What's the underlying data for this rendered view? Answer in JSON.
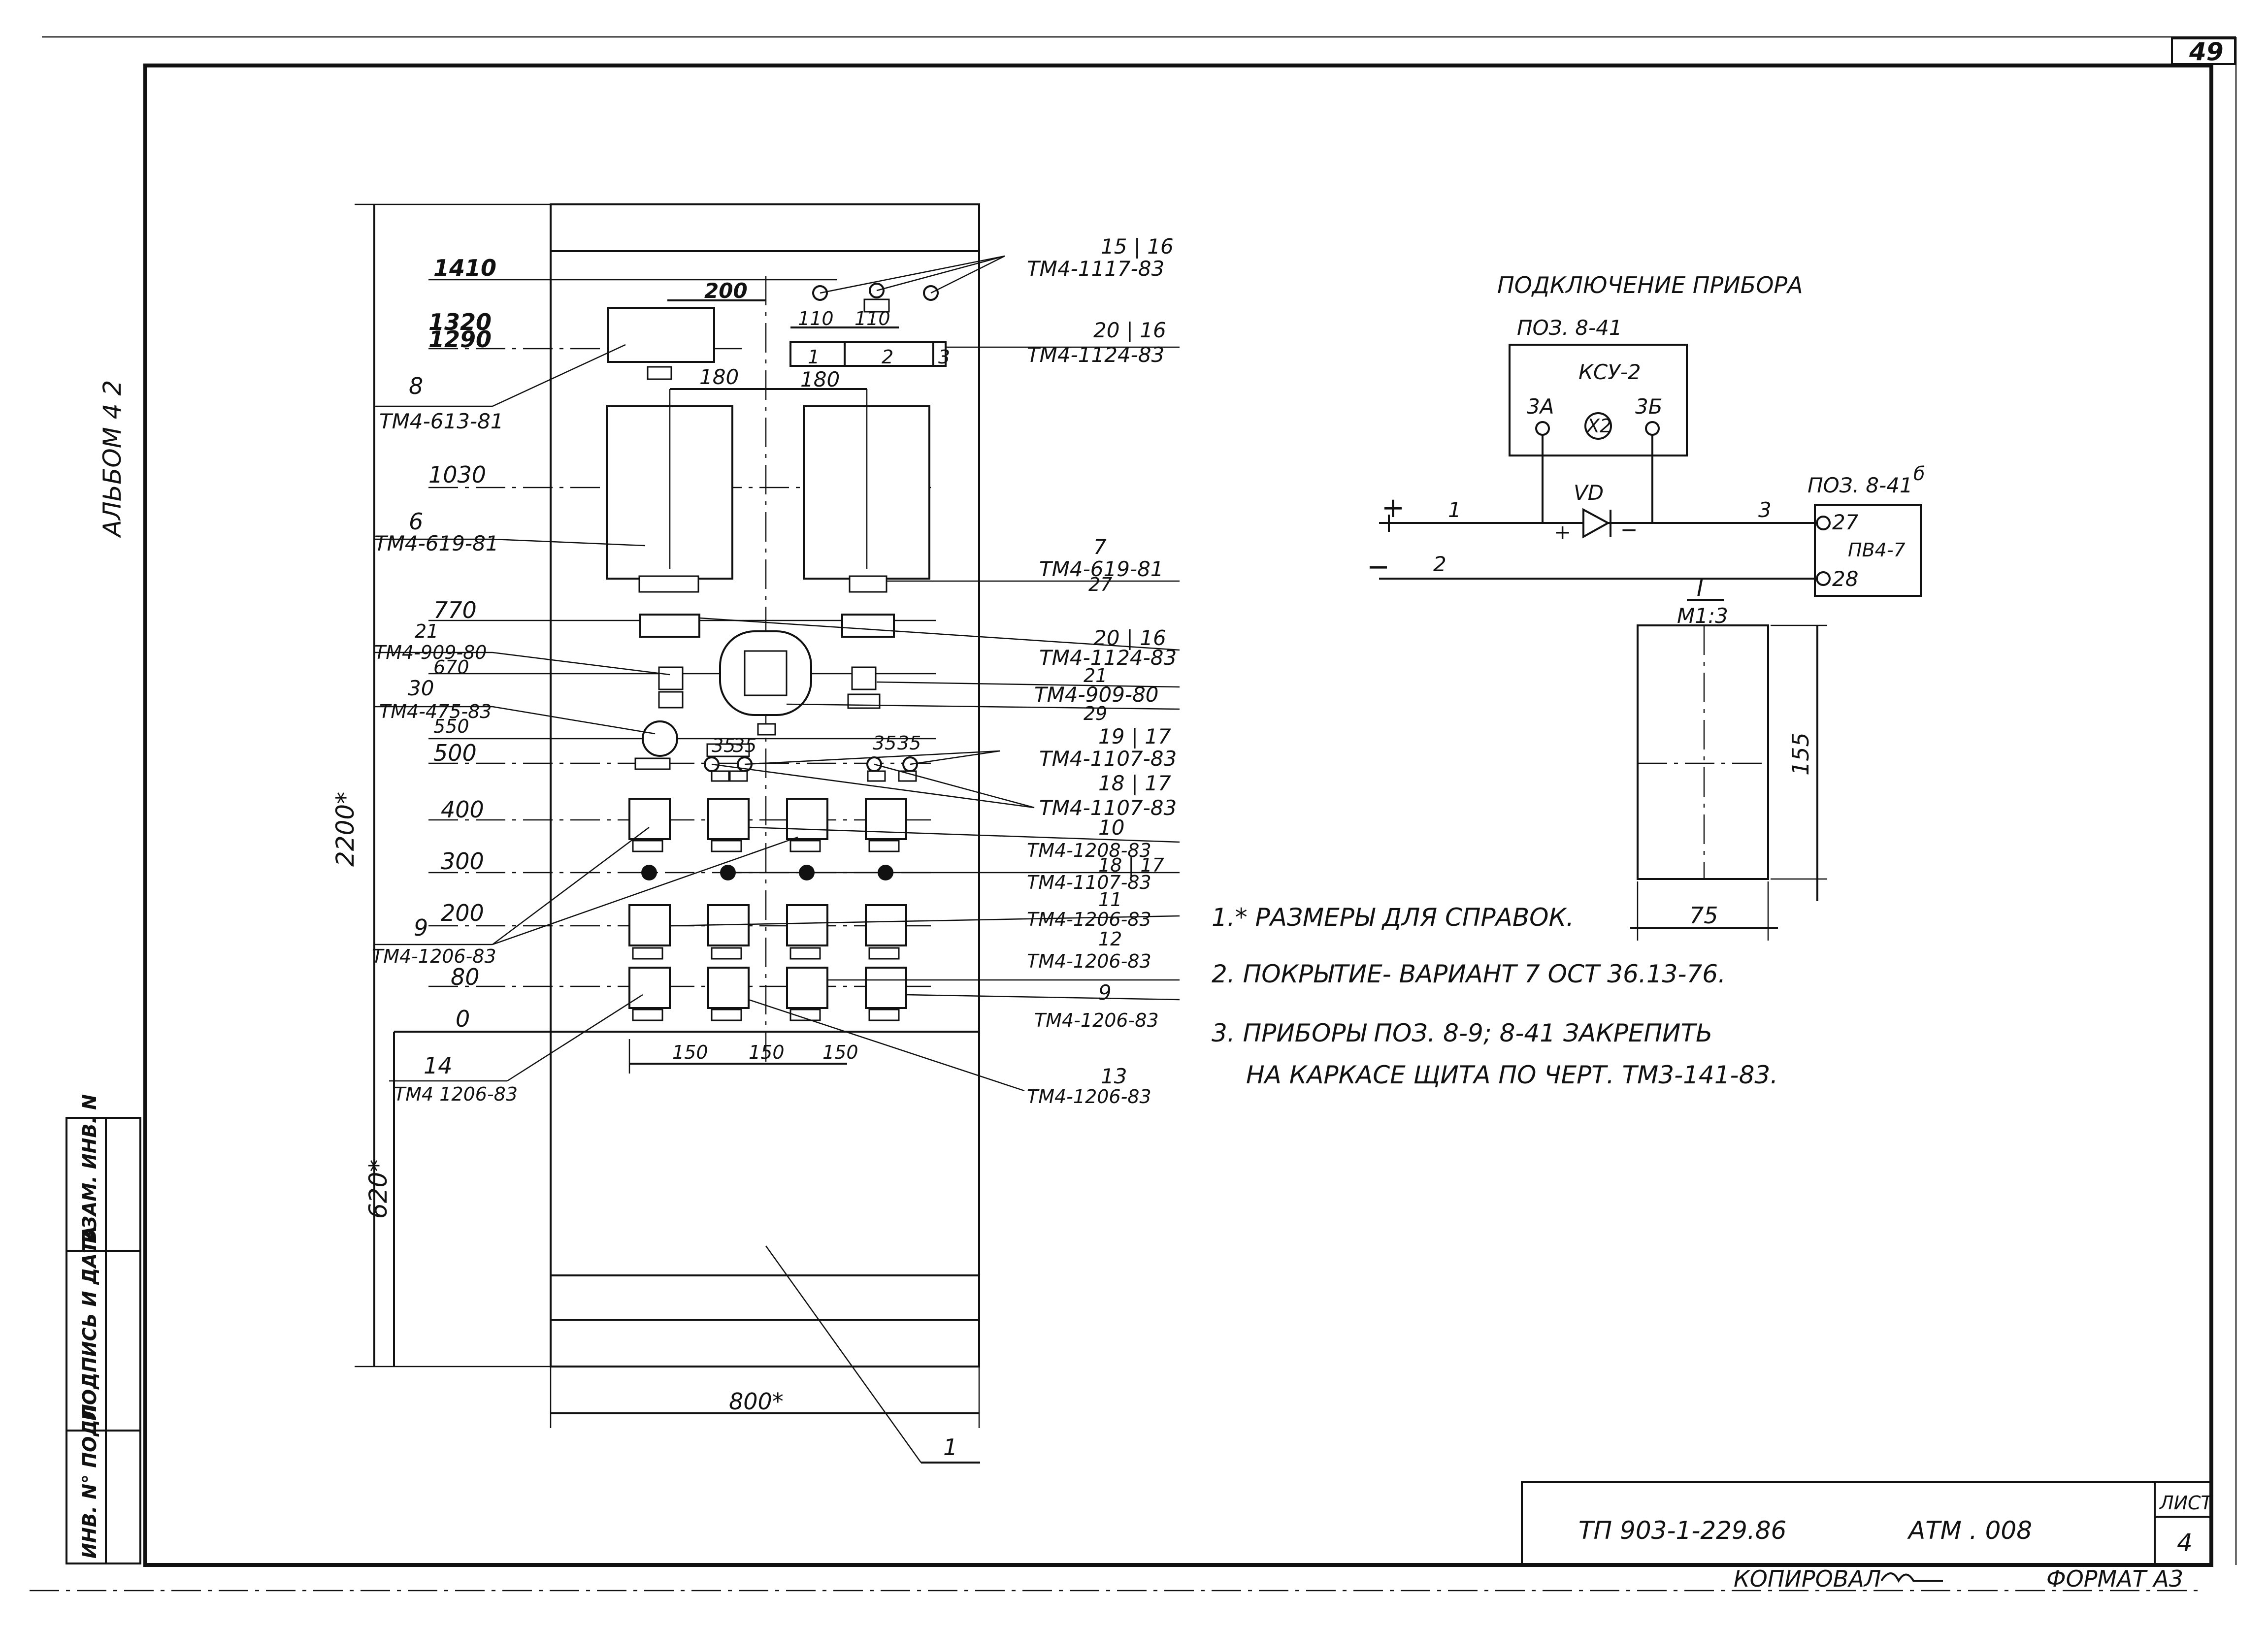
{
  "sheet_number": "49",
  "album": "АЛЬБОМ 4 2",
  "panel": {
    "height_dimension": "2200*",
    "lower_dimension": "620*",
    "width_dimension": "800*",
    "leader_1": "1",
    "levels": [
      "1410",
      "1320",
      "1290",
      "1030",
      "770",
      "670",
      "550",
      "500",
      "400",
      "300",
      "200",
      "80",
      "0"
    ],
    "dims_horizontal": [
      "200",
      "110",
      "110",
      "180",
      "180",
      "150",
      "150",
      "150"
    ],
    "mark_numbers": [
      "21",
      "30",
      "35",
      "35",
      "35",
      "35"
    ],
    "slot_labels": [
      "1",
      "2",
      "3"
    ]
  },
  "left_callouts": [
    {
      "num": "8",
      "ref": "ТМ4-613-81"
    },
    {
      "num": "6",
      "ref": "ТМ4-619-81"
    },
    {
      "num": "21",
      "ref": "ТМ4-909-80"
    },
    {
      "num": "30",
      "ref": "ТМ4-475-83"
    },
    {
      "num": "9",
      "ref": "ТМ4-1206-83"
    },
    {
      "num": "14",
      "ref": "ТМ4 1206-83"
    }
  ],
  "right_callouts": [
    {
      "num": "15 | 16",
      "ref": "ТМ4-1117-83"
    },
    {
      "num": "20 | 16",
      "ref": "ТМ4-1124-83"
    },
    {
      "num": "7",
      "ref": "ТМ4-619-81"
    },
    {
      "num": "27",
      "ref": ""
    },
    {
      "num": "20 | 16",
      "ref": "ТМ4-1124-83"
    },
    {
      "num": "21",
      "ref": "ТМ4-909-80"
    },
    {
      "num": "29",
      "ref": ""
    },
    {
      "num": "19 | 17",
      "ref": "ТМ4-1107-83"
    },
    {
      "num": "18 | 17",
      "ref": "ТМ4-1107-83"
    },
    {
      "num": "10",
      "ref": "ТМ4-1208-83"
    },
    {
      "num": "18 | 17",
      "ref": "ТМ4-1107-83"
    },
    {
      "num": "11",
      "ref": "ТМ4-1206-83"
    },
    {
      "num": "12",
      "ref": "ТМ4-1206-83"
    },
    {
      "num": "9",
      "ref": "ТМ4-1206-83"
    },
    {
      "num": "13",
      "ref": "ТМ4-1206-83"
    }
  ],
  "connection": {
    "title": "ПОДКЛЮЧЕНИЕ ПРИБОРА",
    "pos_top": "ПОЗ. 8-41",
    "device": "КСУ-2",
    "term_3a": "3А",
    "term_3b": "3Б",
    "x2": "Х2",
    "vd": "VD",
    "plus": "+",
    "minus": "−",
    "wire_1": "1",
    "wire_2": "2",
    "wire_3": "3",
    "input_plus": "+",
    "input_minus": "−",
    "pos_right": "ПОЗ. 8-41",
    "pos_right_sup": "б",
    "term_27": "27",
    "term_28": "28",
    "pv_label": "ПВ4-7"
  },
  "detail": {
    "label": "I",
    "scale": "М1:3",
    "height": "155",
    "width": "75"
  },
  "notes": [
    "1.* РАЗМЕРЫ ДЛЯ СПРАВОК.",
    "2. ПОКРЫТИЕ- ВАРИАНТ 7 ОСТ 36.13-76.",
    "3. ПРИБОРЫ ПОЗ. 8-9; 8-41 ЗАКРЕПИТЬ",
    "НА КАРКАСЕ ЩИТА ПО ЧЕРТ. ТМ3-141-83."
  ],
  "stamp_side": [
    "ИНВ. N° ПОДЛ",
    "ПОДПИСЬ И ДАТА",
    "ВЗАМ. ИНВ. N"
  ],
  "title_block": {
    "code": "ТП 903-1-229.86",
    "doc": "АТМ . 008",
    "sheet_label": "ЛИСТ",
    "sheet": "4"
  },
  "footer": {
    "copied": "КОПИРОВАЛ",
    "format": "ФОРМАТ А3"
  }
}
